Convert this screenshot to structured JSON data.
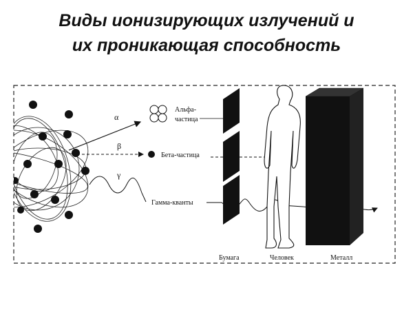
{
  "title": {
    "line1": "Виды ионизирующих излучений и",
    "line2": "их проникающая способность"
  },
  "radiation": {
    "alpha_symbol": "α",
    "beta_symbol": "β",
    "gamma_symbol": "γ",
    "alpha_label_1": "Альфа-",
    "alpha_label_2": "частица",
    "beta_label": "Бета-частица",
    "gamma_label": "Гамма-кванты"
  },
  "barriers": {
    "paper": "Бумага",
    "human": "Человек",
    "metal": "Металл"
  },
  "colors": {
    "ink": "#111111",
    "background": "#ffffff"
  }
}
